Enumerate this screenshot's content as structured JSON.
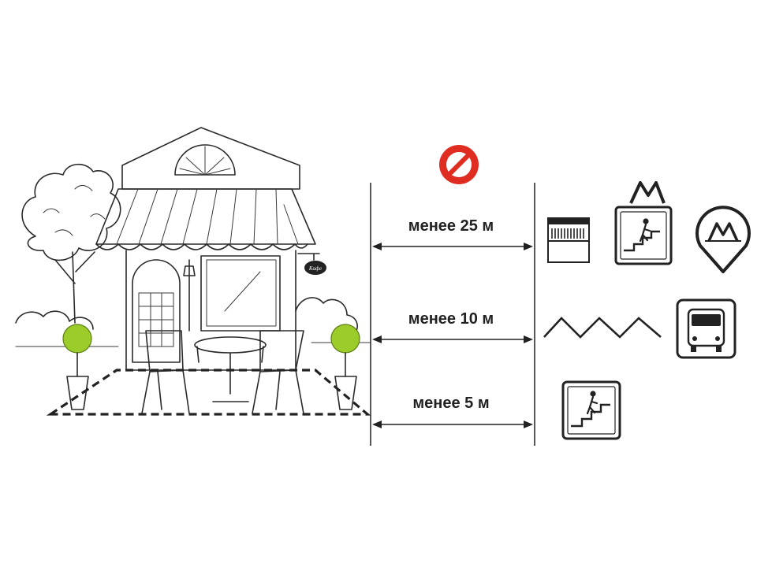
{
  "distances": [
    {
      "label": "менее 25 м"
    },
    {
      "label": "менее 10 м"
    },
    {
      "label": "менее 5 м"
    }
  ],
  "icons": {
    "prohibited": "no-entry-icon",
    "row1": [
      "ventilation-grille-icon",
      "metro-exit-stairs-icon",
      "metro-station-icon"
    ],
    "row2": [
      "railway-track-icon",
      "bus-stop-icon"
    ],
    "row3": [
      "underground-passage-icon"
    ]
  },
  "colors": {
    "prohibited_red": "#e02d22",
    "plant_green": "#9ccc2a",
    "line": "#222222"
  },
  "logos": {
    "cafe_sign": "Кафе"
  }
}
